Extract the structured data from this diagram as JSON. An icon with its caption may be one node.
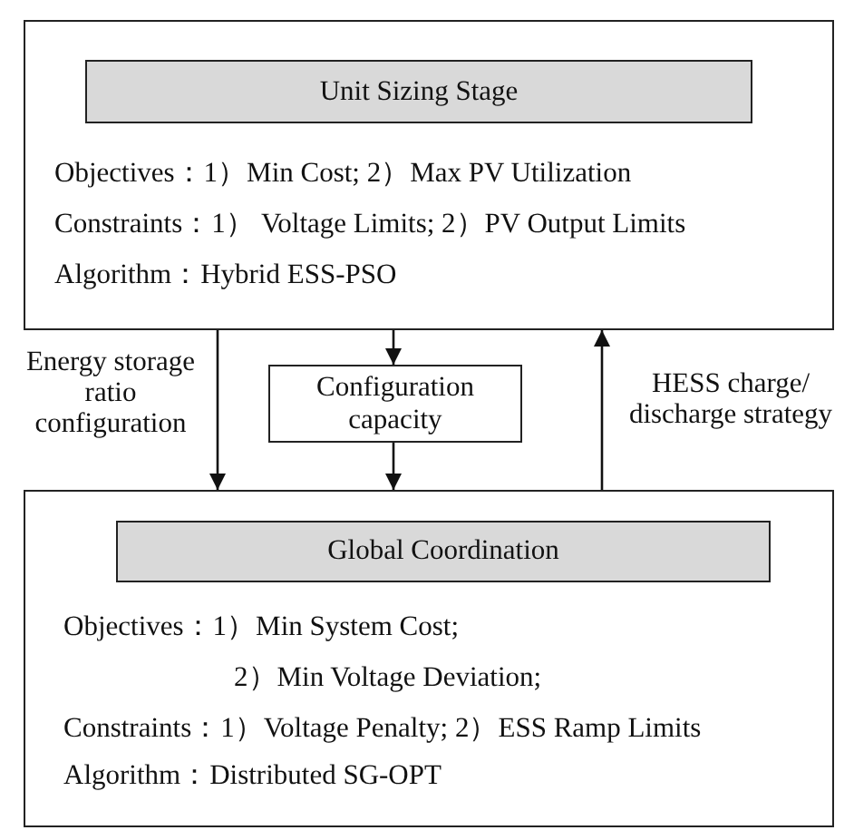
{
  "diagram": {
    "nodes": [
      {
        "text": [
          "Objectives：1）Min Cost; 2）Max PV Utilization",
          "Constraints：1） Voltage Limits; 2）PV Output Limits",
          "Algorithm：Hybrid ESS-PSO"
        ]
      },
      {
        "text": [
          "Unit Sizing Stage"
        ],
        "in": 0
      },
      {
        "text": [
          "Configuration capacity"
        ]
      },
      {
        "text": [
          "Objectives：1）Min System Cost;",
          "2）Min Voltage Deviation;",
          "Constraints：1）Voltage Penalty; 2）ESS Ramp Limits",
          "Algorithm：Distributed SG-OPT"
        ]
      },
      {
        "text": [
          "Global Coordination"
        ],
        "in": 3
      }
    ],
    "edges": [
      {
        "from": 0,
        "to": 3,
        "arrow": "to",
        "label": "Energy storage ratio configuration"
      },
      {
        "from": 0,
        "to": 2,
        "arrow": "to"
      },
      {
        "from": 2,
        "to": 3,
        "arrow": "to"
      },
      {
        "from": 3,
        "to": 0,
        "arrow": "to",
        "label": "HESS charge/ discharge strategy"
      }
    ]
  }
}
